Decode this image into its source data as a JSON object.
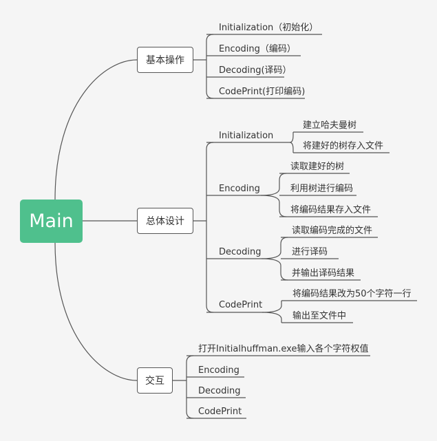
{
  "root": {
    "label": "Main"
  },
  "branches": [
    {
      "label": "基本操作",
      "items": [
        {
          "label": "Initialization（初始化）"
        },
        {
          "label": "Encoding（编码）"
        },
        {
          "label": "Decoding(译码）"
        },
        {
          "label": "CodePrint(打印编码)"
        }
      ]
    },
    {
      "label": "总体设计",
      "items": [
        {
          "label": "Initialization",
          "children": [
            "建立哈夫曼树",
            "将建好的树存入文件"
          ]
        },
        {
          "label": "Encoding",
          "children": [
            "读取建好的树",
            "利用树进行编码",
            "将编码结果存入文件"
          ]
        },
        {
          "label": "Decoding",
          "children": [
            "读取编码完成的文件",
            "进行译码",
            "并输出译码结果"
          ]
        },
        {
          "label": "CodePrint",
          "children": [
            "将编码结果改为50个字符一行",
            "输出至文件中"
          ]
        }
      ]
    },
    {
      "label": "交互",
      "items": [
        {
          "label": "打开Initialhuffman.exe输入各个字符权值"
        },
        {
          "label": "Encoding"
        },
        {
          "label": "Decoding"
        },
        {
          "label": "CodePrint"
        }
      ]
    }
  ],
  "colors": {
    "root_fill": "#4fc08d",
    "line": "#555555",
    "background": "#f5f5f5"
  }
}
